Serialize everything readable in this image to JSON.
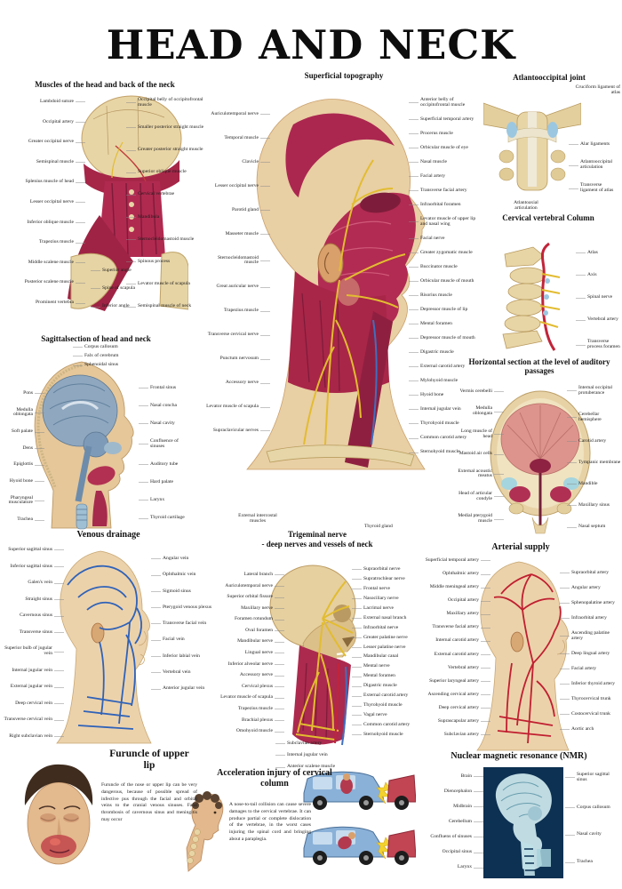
{
  "poster": {
    "title": "HEAD AND NECK"
  },
  "palette": {
    "muscle_red": "#ab2750",
    "deep_red": "#8f1f40",
    "bone": "#e8d5a6",
    "skin": "#ecd2ab",
    "nerve_yellow": "#e2bc30",
    "vein_blue": "#2f62b8",
    "artery_red": "#c01f30",
    "nmr_navy": "#0d3152"
  },
  "sections": {
    "muscles": {
      "title": "Muscles of the head and back of the neck",
      "left_labels": [
        "Lambdoid suture",
        "Occipital artery",
        "Greater occipital nerve",
        "Semispinal muscle",
        "Splenius muscle of head",
        "Lesser occipital nerve",
        "Inferior oblique muscle",
        "Trapezius muscle",
        "Middle scalene muscle",
        "Posterior scalene muscle",
        "Prominent vertebra"
      ],
      "right_labels": [
        "Occipital belly of occipitofrontal muscle",
        "Smaller posterior straight muscle",
        "Greater posterior straight muscle",
        "Superior oblique muscle",
        "Cervical vertebrae",
        "Mandibula",
        "Sternocleidomastoid muscle",
        "Spinous process",
        "Levator muscle of scapula",
        "Semispinal muscle of neck"
      ],
      "scapula_labels": [
        "Superior angle",
        "Spine of scapula",
        "Inferior angle"
      ]
    },
    "topography": {
      "title": "Superficial topography",
      "left_labels": [
        "Auriculotemporal nerve",
        "Temporal muscle",
        "Clavicle",
        "Lesser occipital nerve",
        "Parotid gland",
        "Masseter muscle",
        "Sternocleidomastoid muscle",
        "Great auricular nerve",
        "Trapezius muscle",
        "Transverse cervical nerve",
        "Punctum nervosum",
        "Accessory nerve",
        "Levator muscle of scapula",
        "Supraclavicular nerves"
      ],
      "right_labels": [
        "Anterior belly of occipitofrontal muscle",
        "Superficial temporal artery",
        "Procerus muscle",
        "Orbicular muscle of eye",
        "Nasal muscle",
        "Facial artery",
        "Transverse facial artery",
        "Infraorbital foramen",
        "Levator muscle of upper lip and nasal wing",
        "Facial nerve",
        "Greater zygomatic muscle",
        "Buccinator muscle",
        "Orbicular muscle of mouth",
        "Risorius muscle",
        "Depressor muscle of lip",
        "Mental foramen",
        "Depressor muscle of mouth",
        "Digastric muscle",
        "External carotid artery",
        "Mylohyoid muscle",
        "Hyoid bone",
        "Internal jugular vein",
        "Thyrohyoid muscle",
        "Common carotid artery",
        "Sternohyoid muscle"
      ],
      "bottom_left_label": "External intercostal muscles",
      "bottom_right_label": "Thyroid gland"
    },
    "atlanto": {
      "title": "Atlantooccipital joint",
      "top_label": "Cruciform ligament of atlas",
      "right_labels": [
        "Alar ligaments",
        "Atlantooccipital articulation",
        "Transverse ligament of atlas"
      ],
      "bottom_label": "Atlantoaxial articulation"
    },
    "cervical": {
      "title": "Cervical vertebral Column",
      "labels": [
        "Atlas",
        "Axis",
        "Spinal nerve",
        "Vertebral artery",
        "Transverse process foramen"
      ]
    },
    "horizontal": {
      "title": "Horizontal section at the level of auditory passages",
      "left_labels": [
        "Vermis cerebelli",
        "Medulla oblongata",
        "Long muscle of head",
        "Mastoid air cells",
        "External acoustic meatus",
        "Head of articular condyle",
        "Medial pterygoid muscle"
      ],
      "right_labels": [
        "Internal occipital protuberance",
        "Cerebellar hemisphere",
        "Carotid artery",
        "Tympanic membrane",
        "Mandible",
        "Maxillary sinus",
        "Nasal septum"
      ]
    },
    "sagittal": {
      "title": "Sagittalsection of head and neck",
      "top_labels": [
        "Corpus callosum",
        "Falx of cerebrum",
        "Sphenoidal sinus"
      ],
      "left_labels": [
        "Pons",
        "Medulla oblongata",
        "Soft palate",
        "Dens",
        "Epiglottis",
        "Hyoid bone",
        "Pharyngeal musculature",
        "Trachea"
      ],
      "right_labels": [
        "Frontal sinus",
        "Nasal concha",
        "Nasal cavity",
        "Confluence of sinuses",
        "Auditory tube",
        "Hard palate",
        "Larynx",
        "Thyroid cartilage"
      ]
    },
    "venous": {
      "title": "Venous drainage",
      "left_labels": [
        "Superior sagittal sinus",
        "Inferior sagittal sinus",
        "Galen's vein",
        "Straight sinus",
        "Cavernous sinus",
        "Transverse sinus",
        "Superior bulb of jugular vein",
        "Internal jugular vein",
        "External jugular vein",
        "Deep cervical vein",
        "Transverse cervical vein",
        "Right subclavian vein"
      ],
      "right_labels": [
        "Angular vein",
        "Ophthalmic vein",
        "Sigmoid sinus",
        "Pterygoid venous plexus",
        "Transverse facial vein",
        "Facial vein",
        "Inferior labial vein",
        "Vertebral vein",
        "Anterior jugular vein"
      ]
    },
    "trigeminal": {
      "title_line1": "Trigeminal nerve",
      "title_line2": "- deep nerves and vessels of neck",
      "left_labels": [
        "Lateral branch",
        "Auriculotemporal nerve",
        "Superior orbital fissure",
        "Maxillary nerve",
        "Foramen rotundum",
        "Oval foramen",
        "Mandibular nerve",
        "Lingual nerve",
        "Inferior alveolar nerve",
        "Accessory nerve",
        "Cervical plexus",
        "Levator muscle of scapula",
        "Trapezius muscle",
        "Brachial plexus",
        "Omohyoid muscle"
      ],
      "right_labels": [
        "Supraorbital nerve",
        "Supratrochlear nerve",
        "Frontal nerve",
        "Nasociliary nerve",
        "Lacrimal nerve",
        "External nasal branch",
        "Infraorbital nerve",
        "Greater palatine nerve",
        "Lesser palatine nerve",
        "Mandibular canal",
        "Mental nerve",
        "Mental foramen",
        "Digastric muscle",
        "External carotid artery",
        "Thyrohyoid muscle",
        "Vagal nerve",
        "Common carotid artery",
        "Sternohyoid muscle"
      ],
      "bottom_labels": [
        "Subclavian artery",
        "Internal jugular vein",
        "Anterior scalene muscle"
      ]
    },
    "arterial": {
      "title": "Arterial supply",
      "left_labels": [
        "Superficial temporal artery",
        "Ophthalmic artery",
        "Middle meningeal artery",
        "Occipital artery",
        "Maxillary artery",
        "Transverse facial artery",
        "Internal carotid artery",
        "External carotid artery",
        "Vertebral artery",
        "Superior laryngeal artery",
        "Ascending cervical artery",
        "Deep cervical artery",
        "Suprascapular artery",
        "Subclavian artery"
      ],
      "right_labels": [
        "Supraorbital artery",
        "Angular artery",
        "Sphenopalatine artery",
        "Infraorbital artery",
        "Ascending palatine artery",
        "Deep lingual artery",
        "Facial artery",
        "Inferior thyroid artery",
        "Thyrocervical trunk",
        "Costocervical trunk",
        "Aortic arch"
      ]
    },
    "furuncle": {
      "title": "Furuncle of upper lip",
      "text": "Furuncle of the nose or upper lip can be very dangerous, because of possible spread of infective pus through the facial and orbital veins to the cranial venous sinuses. Fatal thrombosis of cavernous sinus and meningitis may occur"
    },
    "acceleration": {
      "title": "Acceleration injury of cervical column",
      "text": "A nose-to-tail collision can cause severe damages to the cervical vertebrae. It can produce partial or complete dislocation of the vertebrae, in the worst cases injuring the spinal cord and bringing about a paraplegia."
    },
    "nmr": {
      "title": "Nuclear magnetic resonance (NMR)",
      "left_labels": [
        "Brain",
        "Diencephalon",
        "Midbrain",
        "Cerebellum",
        "Confluens of sinuses",
        "Occipital sinus",
        "Larynx"
      ],
      "right_labels": [
        "Superior sagittal sinus",
        "Corpus callosum",
        "Nasal cavity",
        "Trachea"
      ]
    }
  }
}
